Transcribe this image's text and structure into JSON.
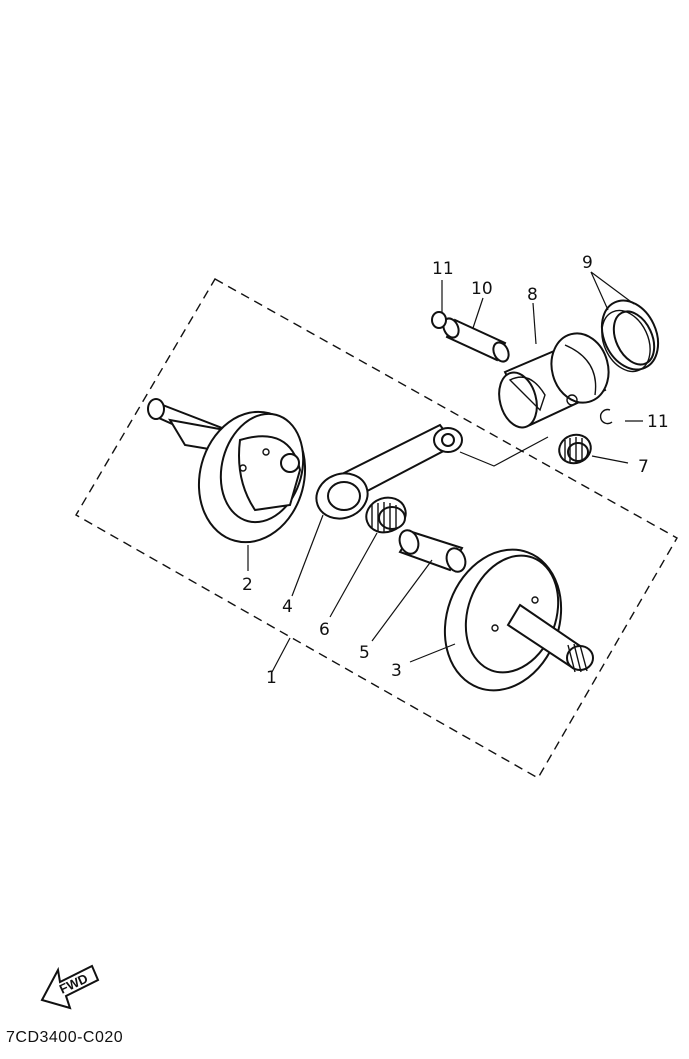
{
  "callouts": {
    "c1": "1",
    "c2": "2",
    "c3": "3",
    "c4": "4",
    "c5": "5",
    "c6": "6",
    "c7": "7",
    "c8": "8",
    "c9": "9",
    "c10": "10",
    "c11a": "11",
    "c11b": "11"
  },
  "fwd_label": "FWD",
  "diagram_code": "7CD3400-C020"
}
